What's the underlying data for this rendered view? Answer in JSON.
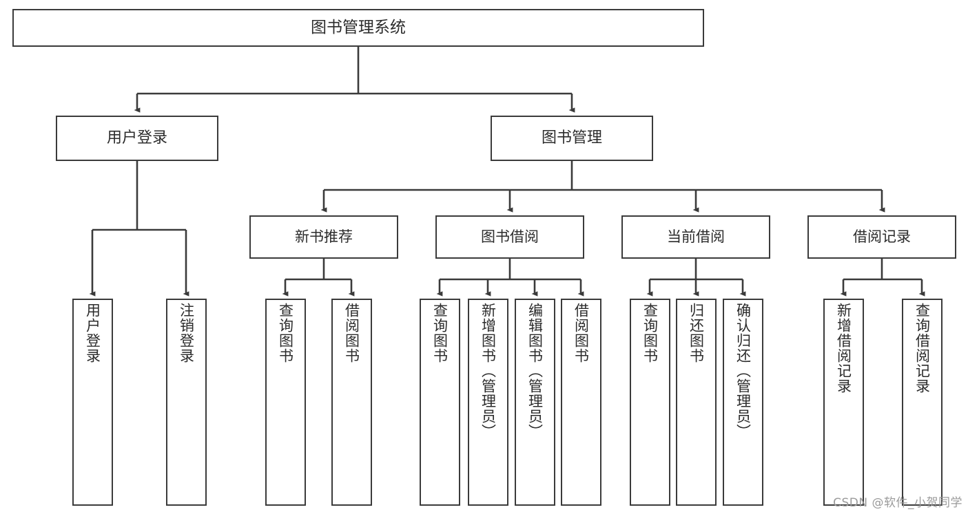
{
  "diagram": {
    "title_text": "图书管理系统",
    "type": "tree-hierarchy-functional-decomposition",
    "watermark": "CSDN @软件_小贺同学",
    "colors": {
      "stroke": "#3a3a3a",
      "fill": "#ffffff",
      "text": "#2b2b2b",
      "watermark": "#9a9a9a"
    },
    "nodes": {
      "root": {
        "label": "图书管理系统"
      },
      "level2": [
        {
          "id": "user-login",
          "label": "用户登录"
        },
        {
          "id": "book-management",
          "label": "图书管理"
        }
      ],
      "level3": [
        {
          "id": "new-book-recommend",
          "label": "新书推荐"
        },
        {
          "id": "book-borrow",
          "label": "图书借阅"
        },
        {
          "id": "current-borrow",
          "label": "当前借阅"
        },
        {
          "id": "borrow-record",
          "label": "借阅记录"
        }
      ],
      "leaves": {
        "user-login": [
          {
            "id": "leaf-user-login",
            "label": "用户登录"
          },
          {
            "id": "leaf-logout",
            "label": "注销登录"
          }
        ],
        "new-book-recommend": [
          {
            "id": "leaf-query-book-1",
            "label": "查询图书"
          },
          {
            "id": "leaf-borrow-book-1",
            "label": "借阅图书"
          }
        ],
        "book-borrow": [
          {
            "id": "leaf-query-book-2",
            "label": "查询图书"
          },
          {
            "id": "leaf-add-book",
            "label": "新增图书（管理员）"
          },
          {
            "id": "leaf-edit-book",
            "label": "编辑图书（管理员）"
          },
          {
            "id": "leaf-borrow-book-2",
            "label": "借阅图书"
          }
        ],
        "current-borrow": [
          {
            "id": "leaf-query-book-3",
            "label": "查询图书"
          },
          {
            "id": "leaf-return-book",
            "label": "归还图书"
          },
          {
            "id": "leaf-confirm-return",
            "label": "确认归还（管理员）"
          }
        ],
        "borrow-record": [
          {
            "id": "leaf-add-record",
            "label": "新增借阅记录"
          },
          {
            "id": "leaf-query-record",
            "label": "查询借阅记录"
          }
        ]
      }
    }
  }
}
